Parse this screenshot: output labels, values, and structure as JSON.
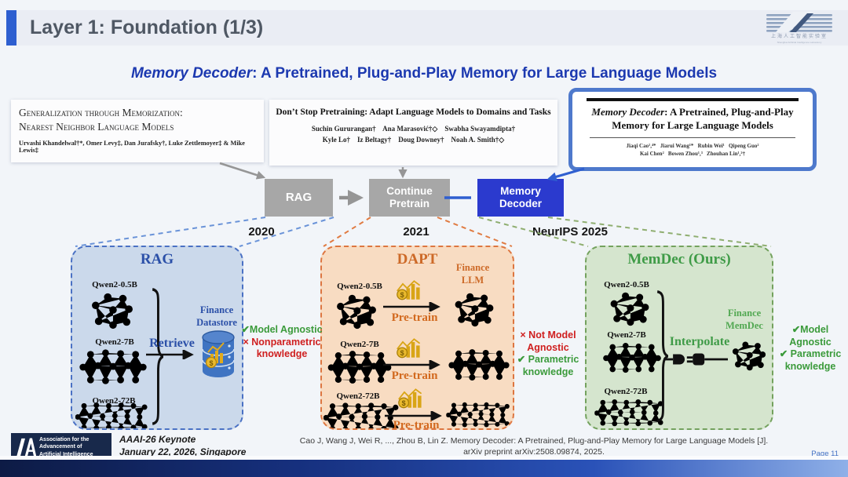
{
  "header": {
    "title": "Layer 1: Foundation (1/3)"
  },
  "logo": {
    "zh": "上海人工智能实验室",
    "en": "Shanghai Artificial Intelligence Laboratory"
  },
  "subtitle": {
    "em": "Memory Decoder",
    "rest": ": A Pretrained, Plug-and-Play Memory for Large Language Models"
  },
  "papers": {
    "knnlm": {
      "title1": "Generalization through Memorization:",
      "title2": "Nearest Neighbor Language Models",
      "authors": "Urvashi Khandelwal†*, Omer Levy‡, Dan Jurafsky†, Luke Zettlemoyer‡ & Mike Lewis‡"
    },
    "dapt": {
      "title": "Don’t Stop Pretraining: Adapt Language Models to Domains and Tasks",
      "authors1": "Suchin Gururangan†    Ana Marasović†◇    Swabha Swayamdipta†",
      "authors2": "Kyle Lo†    Iz Beltagy†    Doug Downey†    Noah A. Smith†◇"
    },
    "memdec": {
      "title_em": "Memory Decoder",
      "title_rest": ": A Pretrained, Plug-and-Play",
      "title2": "Memory for Large Language Models",
      "authors1": "Jiaqi Cao¹,⁴*   Jiarui Wang¹*   Rubin Wei¹   Qipeng Guo²",
      "authors2": "Kai Chen²   Bowen Zhou¹,³   Zhouhan Lin¹,²†"
    }
  },
  "timeline": {
    "rag": {
      "label": "RAG",
      "year": "2020"
    },
    "cp": {
      "label": "Continue Pretrain",
      "year": "2021"
    },
    "md": {
      "label": "Memory Decoder",
      "year": "NeurIPS 2025"
    }
  },
  "models": [
    "Qwen2-0.5B",
    "Qwen2-7B",
    "Qwen2-72B"
  ],
  "panels": {
    "rag": {
      "title": "RAG",
      "action": "Retrieve",
      "target1": "Finance",
      "target2": "Datastore"
    },
    "dapt": {
      "title": "DAPT",
      "action": "Pre-train",
      "target1": "Finance",
      "target2": "LLM"
    },
    "memdec": {
      "title": "MemDec (Ours)",
      "action": "Interpolate",
      "target1": "Finance",
      "target2": "MemDec"
    }
  },
  "annotations": {
    "rag": {
      "l1": "✔Model Agnostic",
      "l2": "× Nonparametric",
      "l3": "knowledge"
    },
    "dapt": {
      "l1": "× Not Model",
      "l2": "Agnostic",
      "l3": "✔ Parametric",
      "l4": "knowledge"
    },
    "memdec": {
      "l1": "✔Model Agnostic",
      "l2": "✔ Parametric",
      "l3": "knowledge"
    }
  },
  "footer": {
    "aaai1": "Association for the",
    "aaai2": "Advancement of",
    "aaai3": "Artificial Intelligence",
    "keynote1": "AAAI-26 Keynote",
    "keynote2": "January 22, 2026, Singapore",
    "cite1": "Cao J, Wang J, Wei R, ..., Zhou B, Lin Z. Memory Decoder: A Pretrained, Plug-and-Play Memory for Large Language Models [J].",
    "cite2": "arXiv preprint arXiv:2508.09874, 2025.",
    "page": "Page 11"
  },
  "icons": {
    "dollar": "$"
  }
}
